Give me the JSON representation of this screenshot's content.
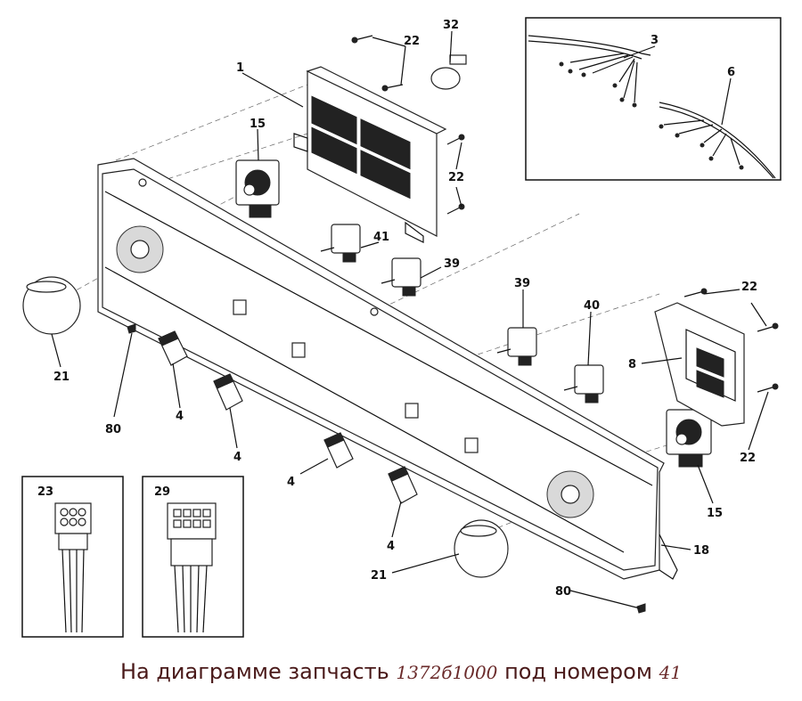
{
  "callouts": [
    {
      "id": "c1",
      "text": "1"
    },
    {
      "id": "c3",
      "text": "3"
    },
    {
      "id": "c6",
      "text": "6"
    },
    {
      "id": "c8",
      "text": "8"
    },
    {
      "id": "c15a",
      "text": "15"
    },
    {
      "id": "c15b",
      "text": "15"
    },
    {
      "id": "c18",
      "text": "18"
    },
    {
      "id": "c21a",
      "text": "21"
    },
    {
      "id": "c21b",
      "text": "21"
    },
    {
      "id": "c22a",
      "text": "22"
    },
    {
      "id": "c22b",
      "text": "22"
    },
    {
      "id": "c22c",
      "text": "22"
    },
    {
      "id": "c22d",
      "text": "22"
    },
    {
      "id": "c23",
      "text": "23"
    },
    {
      "id": "c29",
      "text": "29"
    },
    {
      "id": "c32",
      "text": "32"
    },
    {
      "id": "c39a",
      "text": "39"
    },
    {
      "id": "c39b",
      "text": "39"
    },
    {
      "id": "c40",
      "text": "40"
    },
    {
      "id": "c41",
      "text": "41"
    },
    {
      "id": "c4a",
      "text": "4"
    },
    {
      "id": "c4b",
      "text": "4"
    },
    {
      "id": "c4c",
      "text": "4"
    },
    {
      "id": "c4d",
      "text": "4"
    },
    {
      "id": "c80a",
      "text": "80"
    },
    {
      "id": "c80b",
      "text": "80"
    }
  ],
  "caption": {
    "before": "На диаграмме запчасть",
    "part_number": "1372б1000",
    "middle": "под номером",
    "position": "41"
  }
}
